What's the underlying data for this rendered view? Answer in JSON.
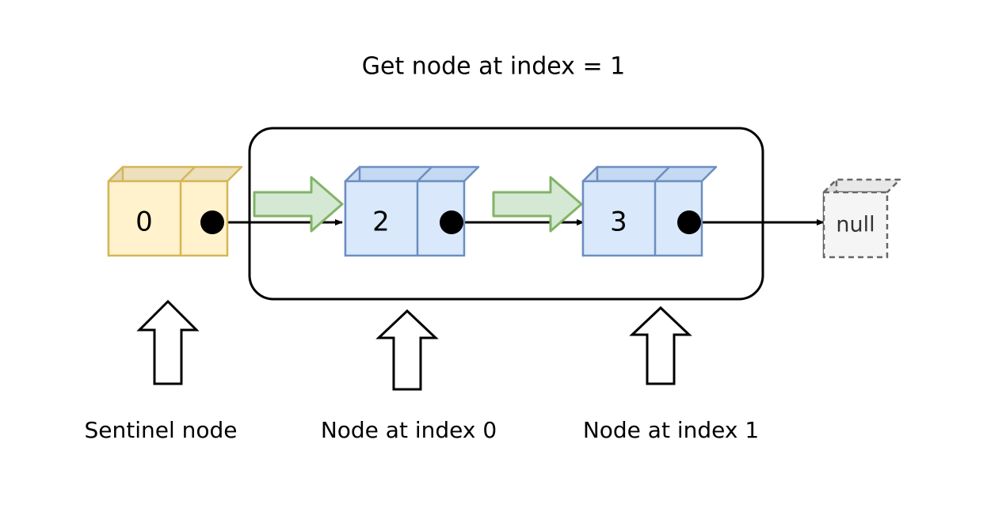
{
  "title": "Get node at index = 1",
  "colors": {
    "sentinel_front": "#fff2cc",
    "sentinel_top": "#ece0bd",
    "sentinel_side": "#e2d7bb",
    "sentinel_stroke": "#d6b656",
    "node_front": "#dae8fc",
    "node_top": "#c4d9f2",
    "node_side": "#c9daf1",
    "node_stroke": "#6c8ebf",
    "arrow_fill": "#d5e8d4",
    "arrow_stroke": "#82b366",
    "null_front": "#f5f5f5",
    "null_top": "#e8e8e8",
    "null_side": "#dedede",
    "null_stroke": "#666666",
    "link_stroke": "#000000",
    "group_stroke": "#000000",
    "background": "#ffffff"
  },
  "group_box": {
    "label": "traversal-scope"
  },
  "nodes": [
    {
      "id": "sentinel",
      "value": "0",
      "kind": "sentinel",
      "caption": "Sentinel node"
    },
    {
      "id": "node-index-0",
      "value": "2",
      "kind": "data",
      "caption": "Node at index 0"
    },
    {
      "id": "node-index-1",
      "value": "3",
      "kind": "data",
      "caption": "Node at index 1"
    }
  ],
  "terminator": {
    "id": "null-terminator",
    "label": "null"
  },
  "traversal_arrows": [
    {
      "id": "step-1",
      "from": "sentinel",
      "to": "node-index-0"
    },
    {
      "id": "step-2",
      "from": "node-index-0",
      "to": "node-index-1"
    }
  ],
  "links": [
    {
      "id": "link-sentinel-to-0",
      "from": "sentinel",
      "to": "node-index-0"
    },
    {
      "id": "link-0-to-1",
      "from": "node-index-0",
      "to": "node-index-1"
    },
    {
      "id": "link-1-to-null",
      "from": "node-index-1",
      "to": "null-terminator"
    }
  ],
  "callouts": [
    {
      "id": "callout-sentinel",
      "target": "sentinel",
      "label": "Sentinel node"
    },
    {
      "id": "callout-index-0",
      "target": "node-index-0",
      "label": "Node at index 0"
    },
    {
      "id": "callout-index-1",
      "target": "node-index-1",
      "label": "Node at index 1"
    }
  ]
}
